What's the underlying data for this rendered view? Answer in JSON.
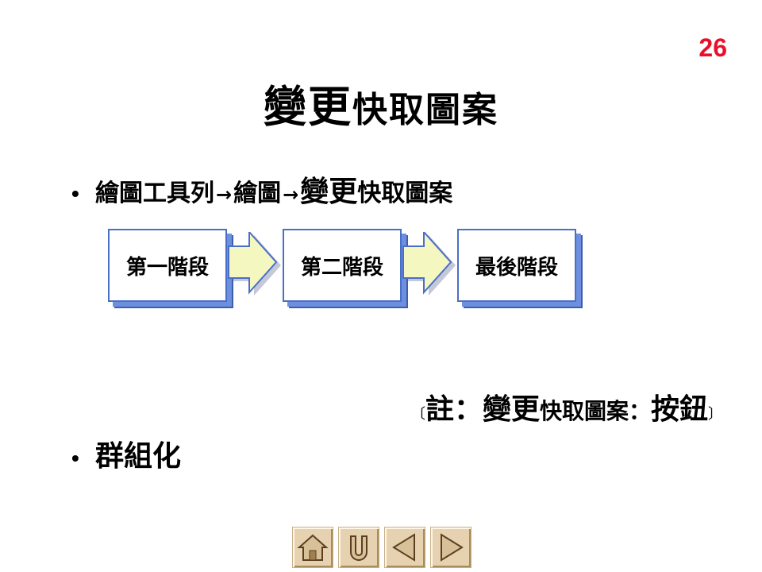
{
  "page_number": "26",
  "title": {
    "part1": "變更",
    "part2": "快取圖案"
  },
  "bullets": {
    "first": {
      "part1": "繪圖工具列",
      "arrow1": "→",
      "part2": "繪圖",
      "arrow2": "→",
      "part3": "變更",
      "part4": "快取圖案"
    },
    "second": "群組化"
  },
  "stages": [
    "第一階段",
    "第二階段",
    "最後階段"
  ],
  "note": {
    "open": "〔",
    "part1": "註：變更",
    "part2": "快取圖案：",
    "part3": "按鈕",
    "close": "〕"
  },
  "nav": {
    "icons": [
      "home-icon",
      "return-icon",
      "previous-icon",
      "next-icon"
    ]
  },
  "colors": {
    "page_number": "#e8102a",
    "stage_border": "#4a6fc8",
    "arrow_fill": "#f4f8c0",
    "nav_bg": "#e6d2b0"
  }
}
